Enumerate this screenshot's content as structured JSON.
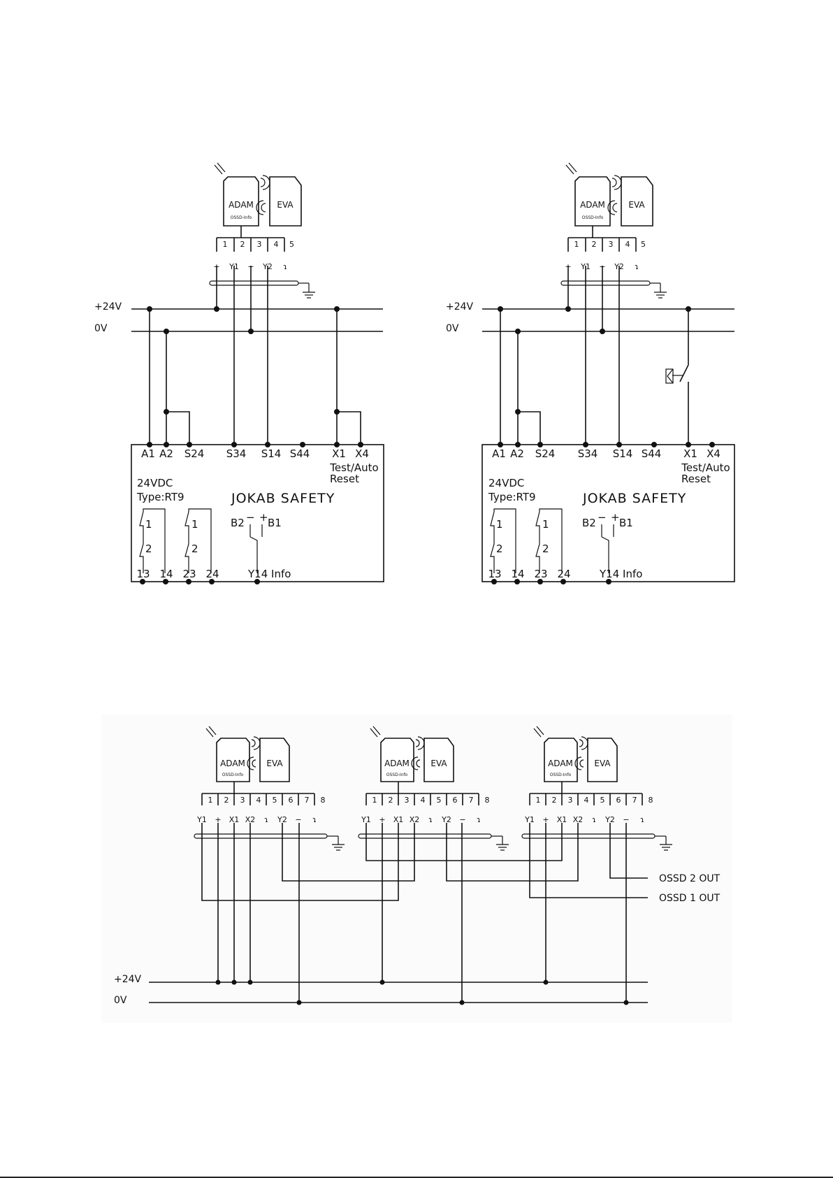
{
  "rails": {
    "plus24": "+24V",
    "zero": "0V"
  },
  "sensor": {
    "adam": "ADAM",
    "ossd_info": "OSSD-Info",
    "eva": "EVA",
    "pin_numbers_5": [
      "1",
      "2",
      "3",
      "4",
      "5"
    ],
    "pin_funcs_5": [
      "+",
      "Y1",
      "−",
      "Y2",
      "ɿ"
    ],
    "pin_numbers_8": [
      "1",
      "2",
      "3",
      "4",
      "5",
      "6",
      "7",
      "8"
    ],
    "pin_funcs_8": [
      "Y1",
      "+",
      "X1",
      "X2",
      "ɿ",
      "Y2",
      "−",
      "ɿ"
    ]
  },
  "relay": {
    "terminals_top": [
      "A1",
      "A2",
      "S24",
      "S34",
      "S14",
      "S44",
      "X1",
      "X4"
    ],
    "test_auto": "Test/Auto",
    "reset": "Reset",
    "voltage": "24VDC",
    "type": "Type:RT9",
    "brand": "JOKAB  SAFETY",
    "contact_1": "1",
    "contact_2": "2",
    "b2": "B2",
    "b1": "B1",
    "minus": "−",
    "plus": "+",
    "terminals_bottom": [
      "13",
      "14",
      "23",
      "24"
    ],
    "info_terminal": "Y14  Info"
  },
  "outputs": {
    "ossd2": "OSSD  2  OUT",
    "ossd1": "OSSD  1  OUT"
  }
}
